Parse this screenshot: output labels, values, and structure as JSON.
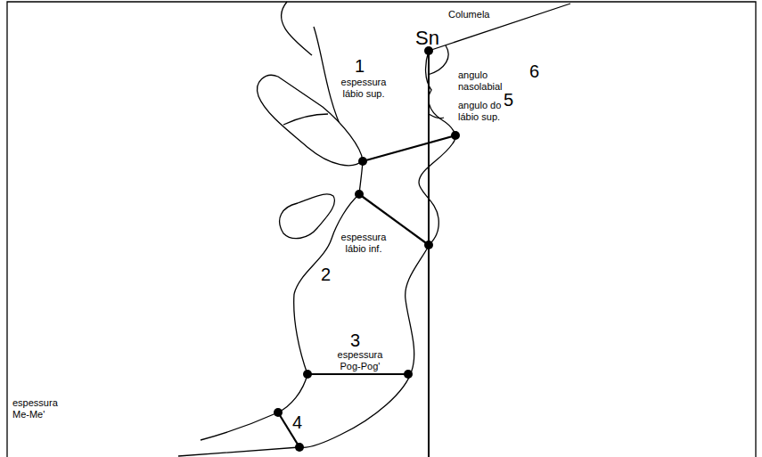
{
  "diagram": {
    "labels": [
      "Columela",
      "Sn",
      "1",
      "espessura lábio sup.",
      "angulo nasolabial",
      "6",
      "angulo do lábio sup.",
      "5",
      "espessura lábio inf.",
      "2",
      "3",
      "espessura Pog-Pog'",
      "4",
      "espessura Me-Me'"
    ]
  }
}
